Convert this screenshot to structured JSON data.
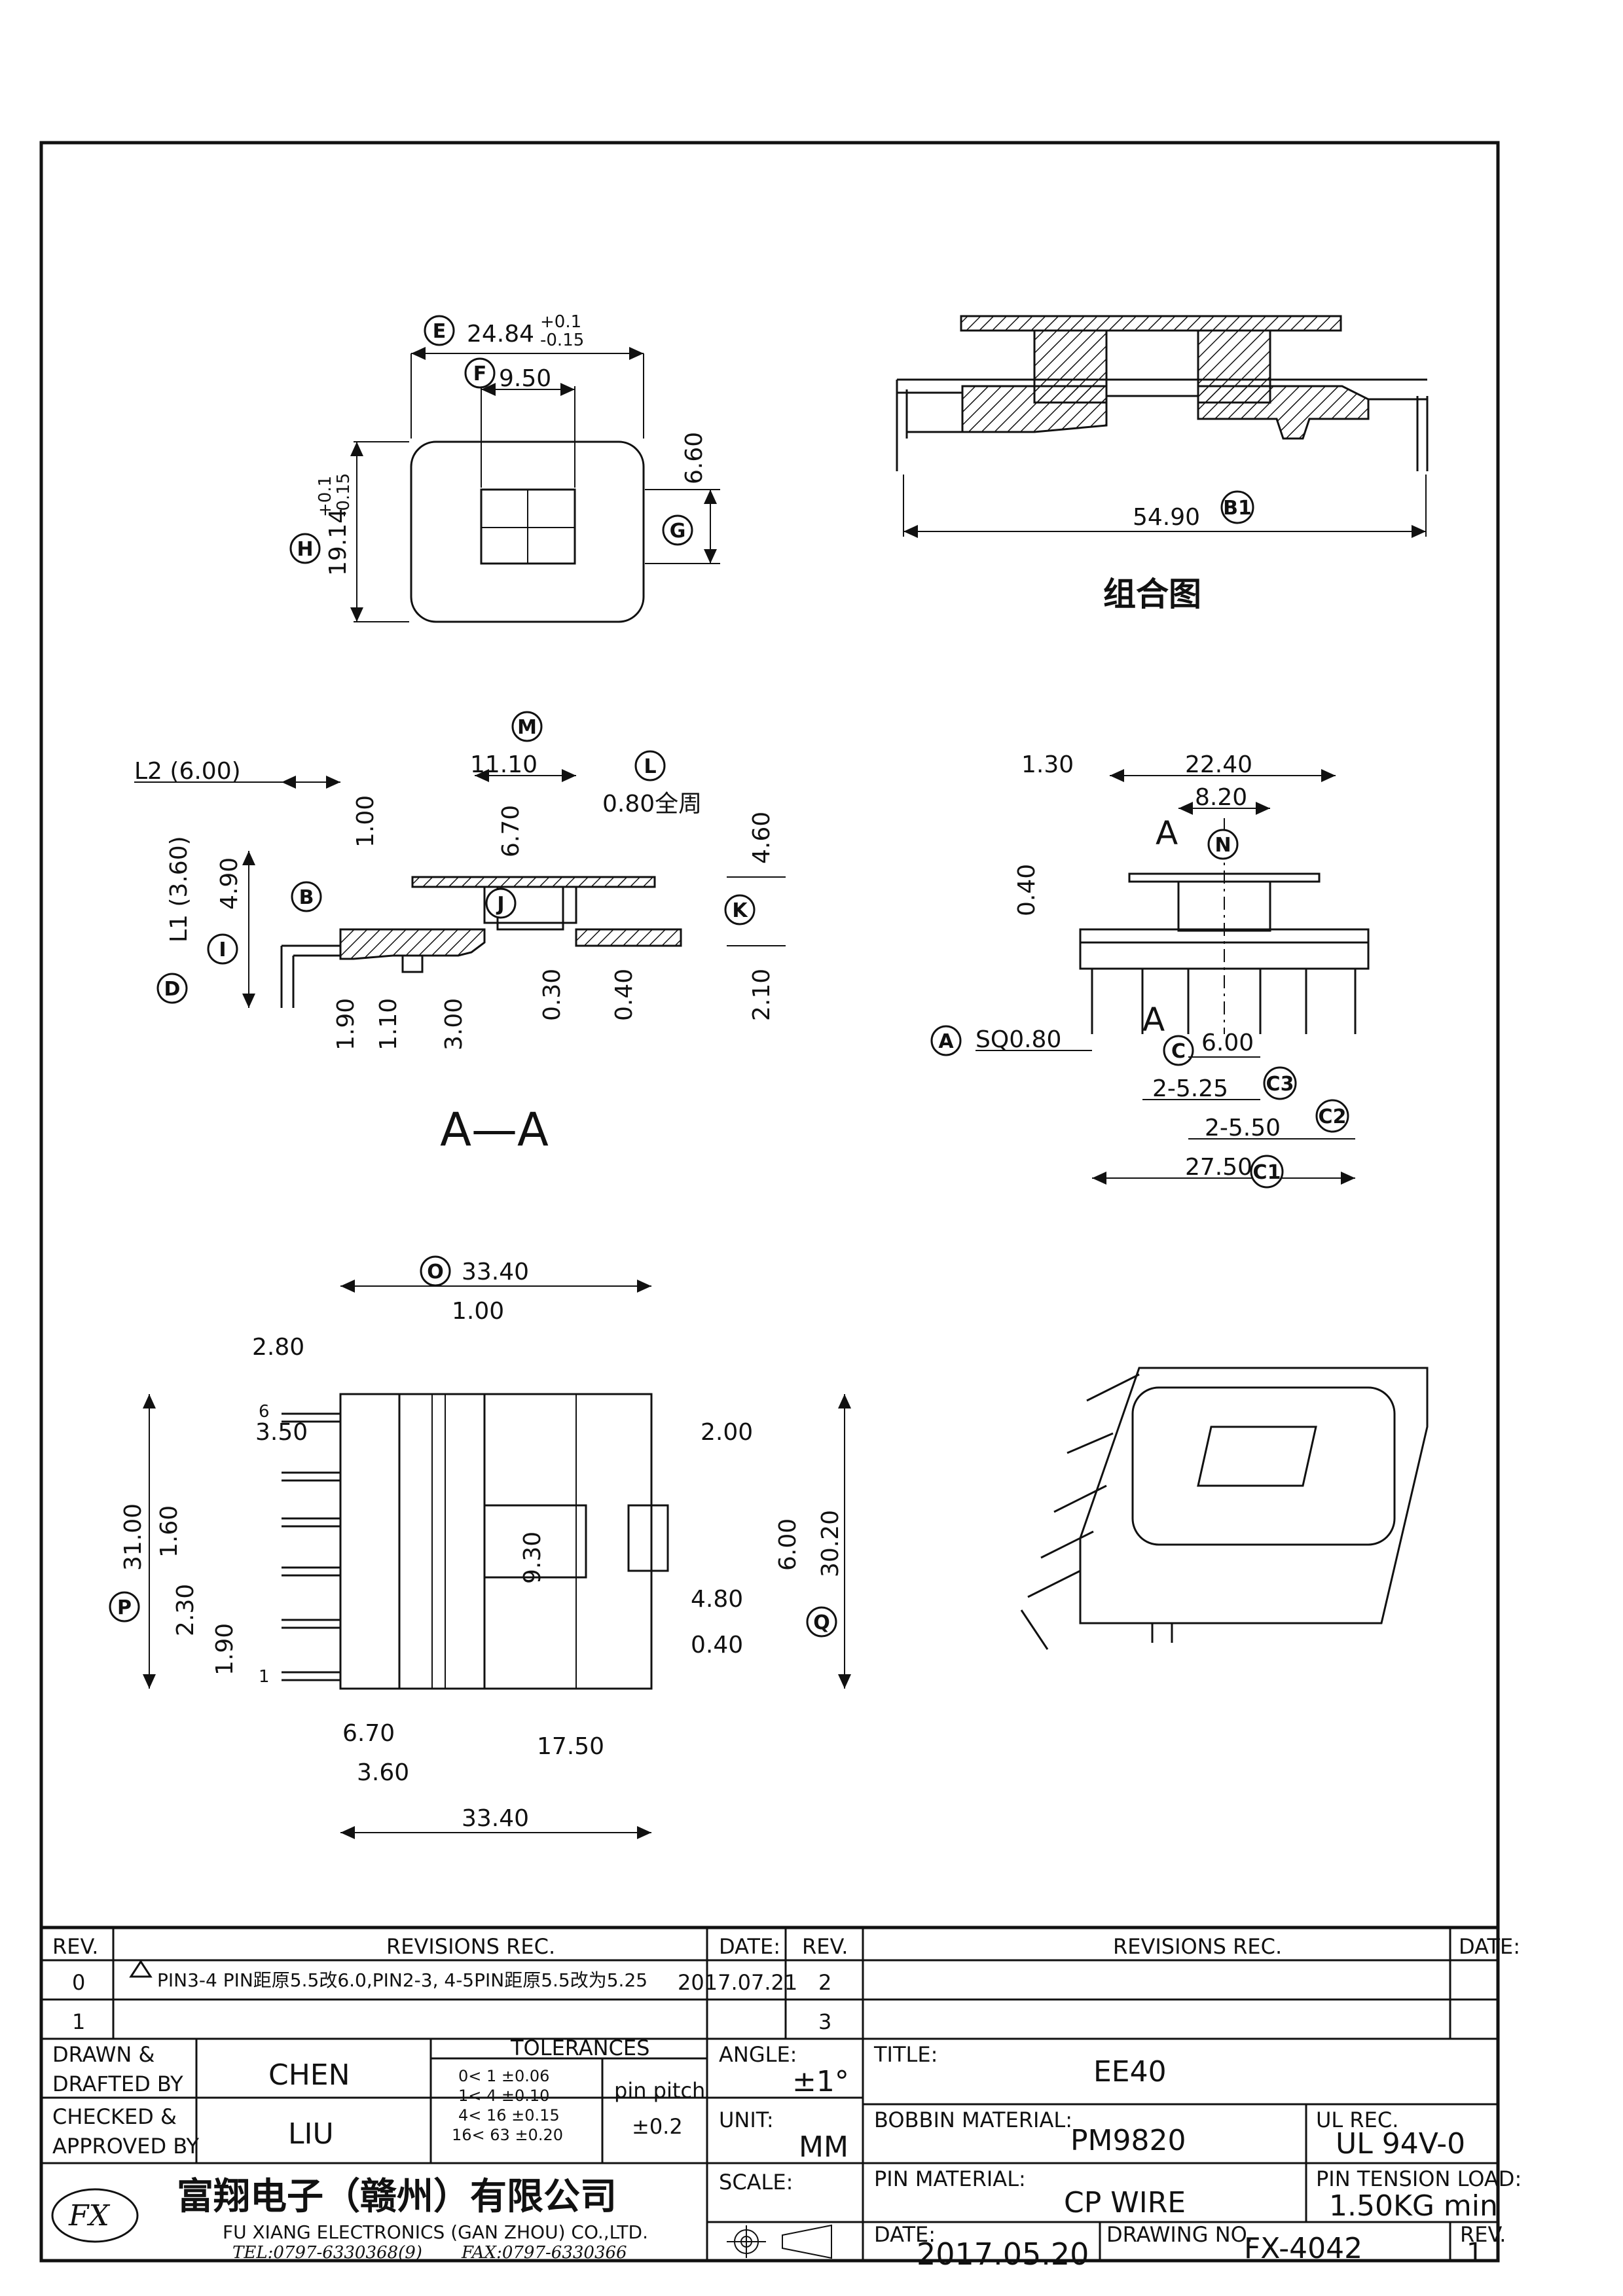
{
  "views": {
    "top_view": {
      "dim_e": "24.84",
      "dim_e_tol_plus": "+0.1",
      "dim_e_tol_minus": "-0.15",
      "dim_f": "9.50",
      "dim_g": "6.60",
      "dim_h": "19.14",
      "dim_h_tol_plus": "+0.1",
      "dim_h_tol_minus": "-0.15"
    },
    "assembly_view": {
      "dim_b1": "54.90",
      "caption": "组合图"
    },
    "section_view": {
      "l2": "L2 (6.00)",
      "l1": "L1 (3.60)",
      "d100": "1.00",
      "d490": "4.90",
      "d1110": "11.10",
      "d670": "6.70",
      "d080": "0.80全周",
      "d460": "4.60",
      "d190": "1.90",
      "d110": "1.10",
      "d300": "3.00",
      "d030": "0.30",
      "d040": "0.40",
      "d210": "2.10",
      "section_label": "A—A"
    },
    "side_view": {
      "d130": "1.30",
      "d2240": "22.40",
      "d820": "8.20",
      "d040": "0.40",
      "section_mark": "A",
      "sq": "SQ0.80",
      "c600": "6.00",
      "c3": "2-5.25",
      "c2": "2-5.50",
      "c1": "27.50"
    },
    "bottom_view": {
      "o": "33.40",
      "d100": "1.00",
      "d280": "2.80",
      "d350": "3.50",
      "d160": "1.60",
      "d3100": "31.00",
      "d230": "2.30",
      "d190": "1.90",
      "d930": "9.30",
      "d200": "2.00",
      "d600": "6.00",
      "d3020": "30.20",
      "d480": "4.80",
      "d040": "0.40",
      "d670": "6.70",
      "d360": "3.60",
      "d1750": "17.50",
      "d3340b": "33.40",
      "pin6": "6",
      "pin1": "1"
    },
    "labels": {
      "E": "E",
      "F": "F",
      "G": "G",
      "H": "H",
      "B1": "B1",
      "M": "M",
      "L": "L",
      "B": "B",
      "J": "J",
      "K": "K",
      "I": "I",
      "D": "D",
      "N": "N",
      "A": "A",
      "C": "C",
      "C3": "C3",
      "C2": "C2",
      "C1": "C1",
      "O": "O",
      "P": "P",
      "Q": "Q"
    }
  },
  "title_block": {
    "rev_header": "REV.",
    "revisions_header": "REVISIONS   REC.",
    "date_header": "DATE:",
    "rev_header2": "REV.",
    "revisions_header2": "REVISIONS   REC.",
    "date_header2": "DATE:",
    "rev0": "0",
    "rev0_text": "PIN3-4 PIN距原5.5改6.0,PIN2-3, 4-5PIN距原5.5改为5.25",
    "rev0_date": "2017.07.21",
    "rev2": "2",
    "rev1": "1",
    "rev3": "3",
    "drawn_label": "DRAWN &",
    "drafted_label": "DRAFTED BY",
    "drawn_by": "CHEN",
    "checked_label": "CHECKED &",
    "approved_label": "APPROVED BY",
    "approved_by": "LIU",
    "tolerances_label": "TOLERANCES",
    "tol_rows": [
      "0<   1   ±0.06",
      "1<   4   ±0.10",
      "4<  16  ±0.15",
      "16<  63  ±0.20"
    ],
    "pin_pitch_label": "pin pitch",
    "pin_pitch_value": "±0.2",
    "angle_label": "ANGLE:",
    "angle_value": "±1°",
    "unit_label": "UNIT:",
    "unit_value": "MM",
    "scale_label": "SCALE:",
    "title_label": "TITLE:",
    "title_value": "EE40",
    "bobbin_label": "BOBBIN MATERIAL:",
    "bobbin_value": "PM9820",
    "ul_label": "UL REC.",
    "ul_value": "UL 94V-0",
    "pin_material_label": "PIN MATERIAL:",
    "pin_material_value": "CP WIRE",
    "pin_tension_label": "PIN TENSION LOAD:",
    "pin_tension_value": "1.50KG  min",
    "company_cn": "富翔电子（赣州）有限公司",
    "company_en": "FU XIANG ELECTRONICS (GAN ZHOU) CO.,LTD.",
    "tel": "TEL:0797-6330368(9)",
    "fax": "FAX:0797-6330366",
    "date_label": "DATE:",
    "date_value": "2017.05.20",
    "drawing_no_label": "DRAWING NO.",
    "drawing_no_value": "FX-4042",
    "rev_label": "REV.",
    "rev_value": "1"
  }
}
